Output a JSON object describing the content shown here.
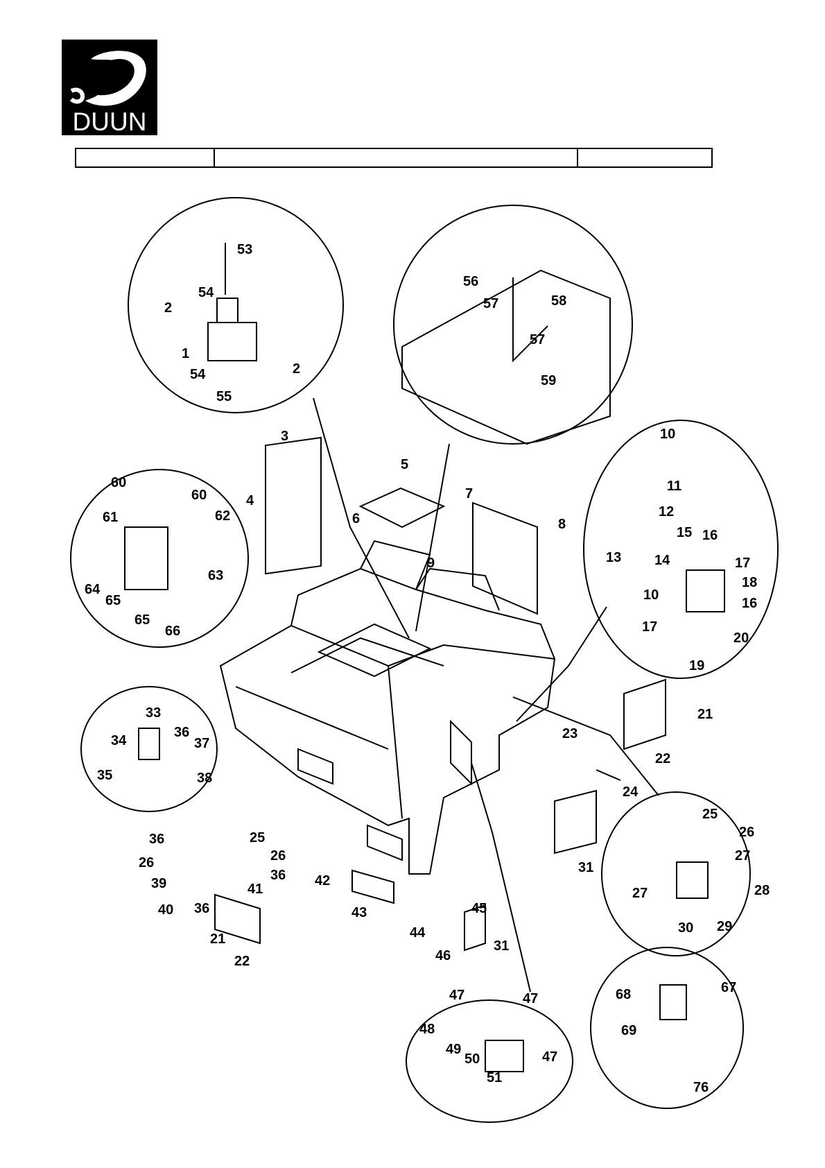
{
  "brand": {
    "logo_text": "DUUN"
  },
  "title_bar": {
    "cell_1": "",
    "cell_2": "",
    "cell_3": ""
  },
  "callouts": {
    "valve_block_top": [
      "53",
      "54",
      "2",
      "1",
      "54",
      "55",
      "2"
    ],
    "frame_bracket": [
      "56",
      "57",
      "58",
      "57",
      "59"
    ],
    "grille": [
      "3",
      "4"
    ],
    "valve_block_left": [
      "60",
      "60",
      "61",
      "62",
      "63",
      "64",
      "65",
      "65",
      "66"
    ],
    "panels_top": [
      "5",
      "6",
      "7",
      "8",
      "9"
    ],
    "valve_stack_right": [
      "10",
      "11",
      "12",
      "13",
      "14",
      "15",
      "16",
      "17",
      "18",
      "10",
      "16",
      "17",
      "20",
      "19"
    ],
    "valve_small_left": [
      "33",
      "34",
      "36",
      "37",
      "35",
      "38"
    ],
    "cover_right": [
      "21",
      "22"
    ],
    "pin_parts": [
      "23",
      "24",
      "31"
    ],
    "valve_block_mid_right": [
      "25",
      "26",
      "27",
      "27",
      "28",
      "30",
      "29"
    ],
    "loose_parts_left": [
      "36",
      "25",
      "26",
      "26",
      "36",
      "39",
      "41",
      "40",
      "36",
      "21",
      "22"
    ],
    "plate_center": [
      "42",
      "43"
    ],
    "bracket_bottom": [
      "44",
      "45",
      "46",
      "31"
    ],
    "valve_block_bottom": [
      "47",
      "47",
      "48",
      "49",
      "50",
      "47",
      "51"
    ],
    "solenoid_bottom_right": [
      "68",
      "67",
      "69",
      "76"
    ]
  }
}
